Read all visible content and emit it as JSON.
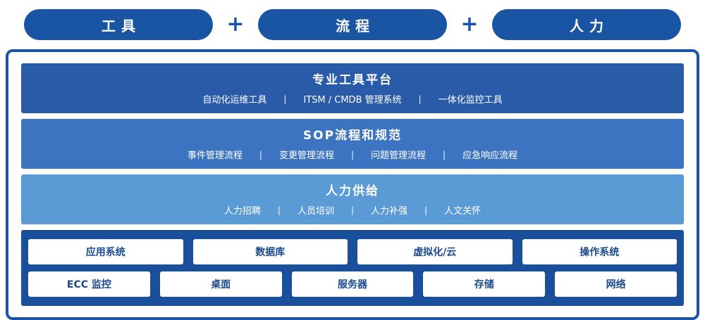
{
  "header": {
    "pills": [
      {
        "label": "工具"
      },
      {
        "label": "流程"
      },
      {
        "label": "人力"
      }
    ],
    "plus": "+"
  },
  "separator": "|",
  "bands": [
    {
      "title": "专业工具平台",
      "items": [
        "自动化运维工具",
        "ITSM / CMDB 管理系统",
        "一体化监控工具"
      ]
    },
    {
      "title": "SOP流程和规范",
      "items": [
        "事件管理流程",
        "变更管理流程",
        "问题管理流程",
        "应急响应流程"
      ]
    },
    {
      "title": "人力供给",
      "items": [
        "人力招聘",
        "人员培训",
        "人力补强",
        "人文关怀"
      ]
    }
  ],
  "grid": {
    "row1": [
      "应用系统",
      "数据库",
      "虚拟化/云",
      "操作系统"
    ],
    "row2": [
      "ECC 监控",
      "桌面",
      "服务器",
      "存储",
      "网络"
    ]
  },
  "colors": {
    "pill": "#1a55a3",
    "frame_border": "#1a55a3",
    "band1": "#2a5ba8",
    "band2": "#3d74c2",
    "band3": "#5b9bd5",
    "band4": "#1a4f9c",
    "box_text": "#1b4a8f"
  }
}
